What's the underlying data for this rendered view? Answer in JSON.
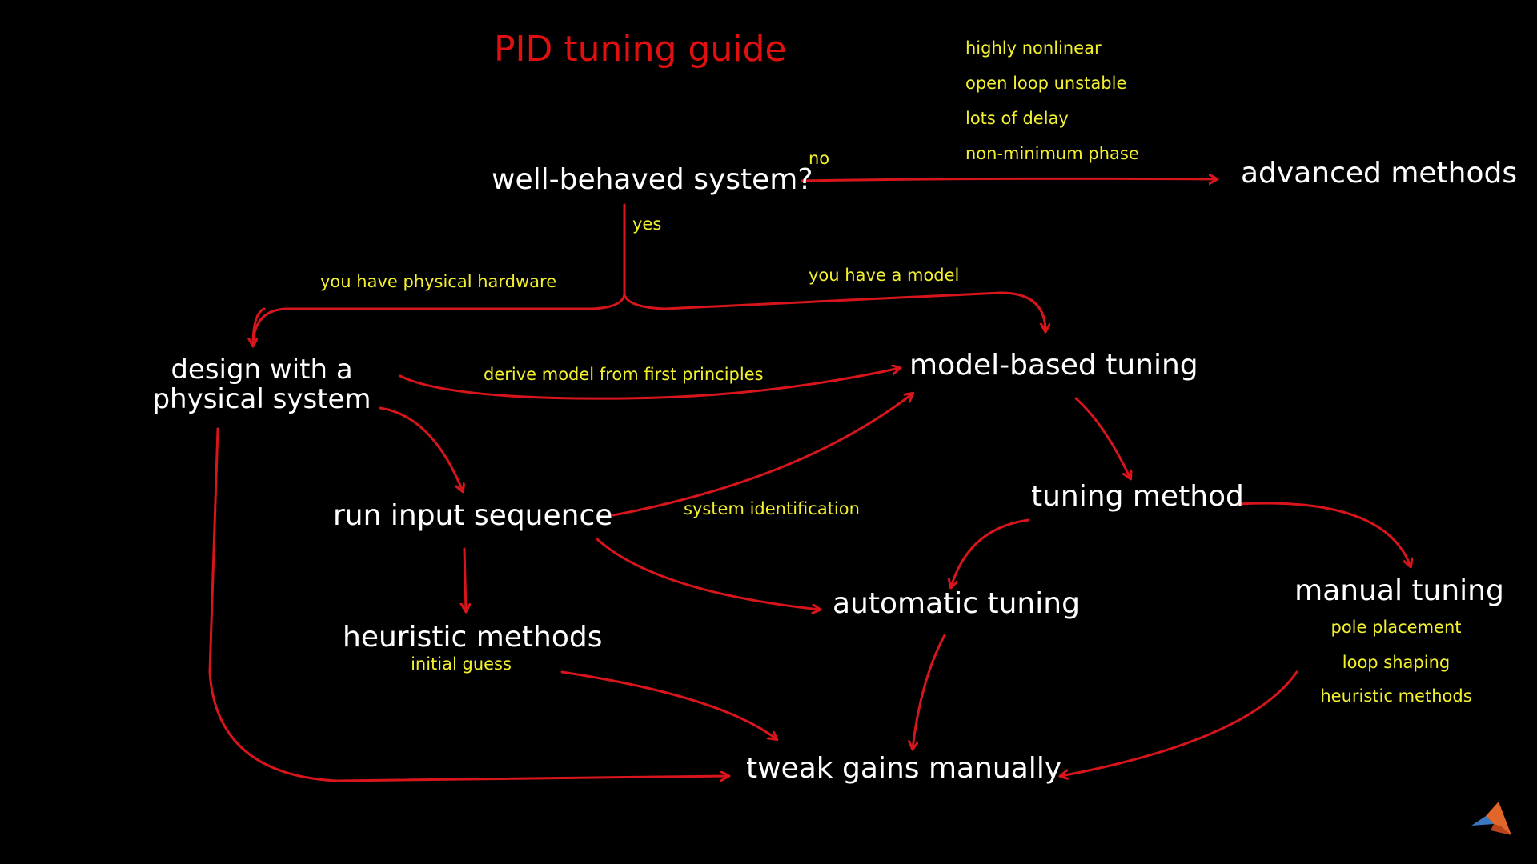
{
  "title": "PID tuning guide",
  "colors": {
    "background": "#000000",
    "title": "#e01010",
    "node": "#ffffff",
    "annotation": "#f2f02e",
    "arrow": "#d9151c"
  },
  "nodes": {
    "well_behaved": "well-behaved system?",
    "advanced": "advanced methods",
    "design_line1": "design with a",
    "design_line2": "physical system",
    "model_based": "model-based tuning",
    "run_input": "run input sequence",
    "tuning_method": "tuning method",
    "heuristic": "heuristic methods",
    "automatic": "automatic tuning",
    "manual": "manual tuning",
    "tweak": "tweak gains manually"
  },
  "notes": {
    "nonwell": [
      "highly nonlinear",
      "open loop unstable",
      "lots of delay",
      "non-minimum phase"
    ],
    "manual_options": [
      "pole placement",
      "loop shaping",
      "heuristic methods"
    ],
    "initial_guess": "initial guess"
  },
  "edge_labels": {
    "no": "no",
    "yes": "yes",
    "hardware": "you have physical hardware",
    "model": "you have a model",
    "derive": "derive model from first principles",
    "sysid": "system identification"
  },
  "logo_icon": "matlab-logo-icon"
}
